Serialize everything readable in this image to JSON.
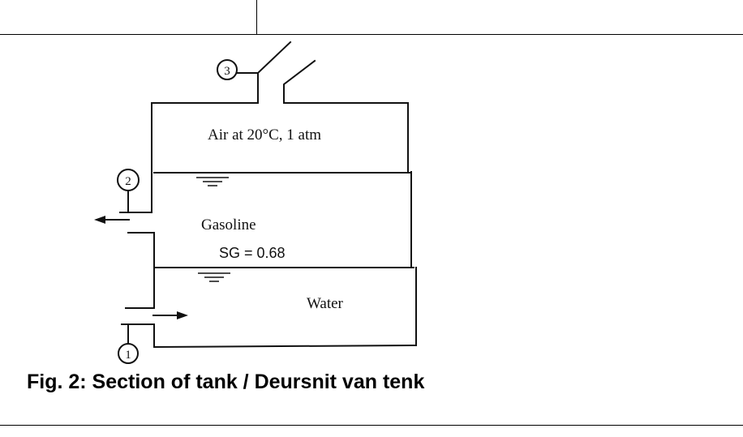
{
  "diagram": {
    "air_label": "Air at 20°C, 1 atm",
    "gasoline_label": "Gasoline",
    "sg_label": "SG = 0.68",
    "water_label": "Water",
    "gauge_1": "1",
    "gauge_2": "2",
    "gauge_3": "3"
  },
  "caption": "Fig. 2: Section of tank / Deursnit van tenk"
}
